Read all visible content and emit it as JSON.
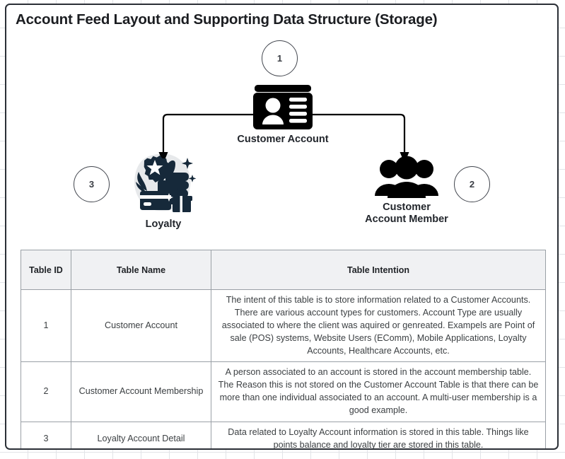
{
  "page": {
    "title": "Account Feed Layout and Supporting Data Structure (Storage)"
  },
  "diagram": {
    "nodes": [
      {
        "id": "customer-account",
        "label": "Customer Account",
        "badge": "1",
        "icon": "id-card-icon"
      },
      {
        "id": "customer-account-member",
        "label": "Customer\nAccount Member",
        "badge": "2",
        "icon": "people-group-icon"
      },
      {
        "id": "loyalty",
        "label": "Loyalty",
        "badge": "3",
        "icon": "loyalty-rewards-icon"
      }
    ],
    "colors": {
      "connector": "#000000",
      "icon_dark": "#000000",
      "loyalty_navy": "#16293a",
      "badge_border": "#42464e"
    }
  },
  "table": {
    "headers": [
      "Table ID",
      "Table Name",
      "Table Intention"
    ],
    "rows": [
      {
        "id": "1",
        "name": "Customer Account",
        "intention": "The intent of this table is to store information related to a Customer Accounts.  There are various account types for customers. Account Type are usually associated to where the client was aquired or genreated. Exampels are Point of sale (POS) systems, Website Users (EComm), Mobile Applications, Loyalty Accounts, Healthcare Accounts, etc."
      },
      {
        "id": "2",
        "name": "Customer Account Membership",
        "intention": "A person associated to an account is stored in the account membership table.  The Reason this is not stored on the Customer Account Table is that there can be more than one individual associated to an account.  A multi-user membership is a good example."
      },
      {
        "id": "3",
        "name": "Loyalty Account Detail",
        "intention": "Data related to Loyalty Account information is stored in this table.  Things like points balance and loyalty tier are stored in this table."
      }
    ]
  }
}
